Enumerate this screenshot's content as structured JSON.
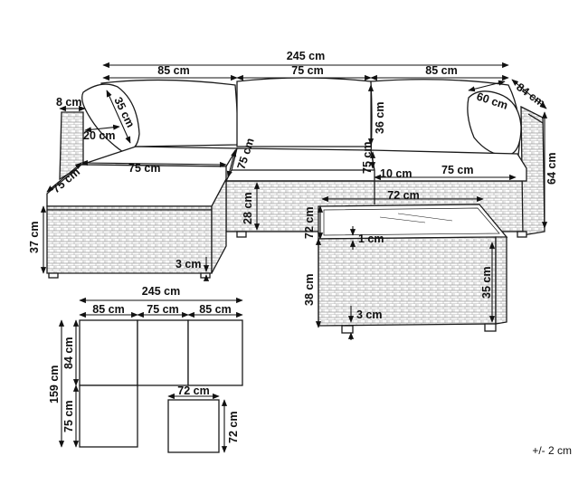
{
  "dimensions": {
    "total_width": "245 cm",
    "left_width": "85 cm",
    "middle_width": "75 cm",
    "right_width": "85 cm",
    "arm_width": "8 cm",
    "back_cushion_height": "35 cm",
    "back_cushion_depth": "20 cm",
    "right_cushion_depth": "60 cm",
    "right_depth": "84 cm",
    "backrest_height": "36 cm",
    "seat_depth_mid": "75 cm",
    "seat_depth_right": "75 cm",
    "seat_cushion_thickness": "10 cm",
    "total_height": "64 cm",
    "ottoman_width": "75 cm",
    "ottoman_depth": "75 cm",
    "ottoman_height": "37 cm",
    "ottoman_leg": "3 cm",
    "seat_height": "28 cm",
    "table_width": "72 cm",
    "table_depth": "72 cm",
    "table_glass": "1 cm",
    "table_height": "38 cm",
    "table_inner_height": "35 cm",
    "table_leg": "3 cm"
  },
  "plan": {
    "total_width": "245 cm",
    "left_width": "85 cm",
    "middle_width": "75 cm",
    "right_width": "85 cm",
    "total_depth": "159 cm",
    "sofa_depth": "84 cm",
    "ottoman_depth": "75 cm",
    "table_width": "72 cm",
    "table_depth": "72 cm"
  },
  "tolerance": "+/- 2 cm",
  "colors": {
    "line": "#1a1a1a",
    "wicker": "#9a9a9a",
    "cushion": "#ffffff"
  }
}
